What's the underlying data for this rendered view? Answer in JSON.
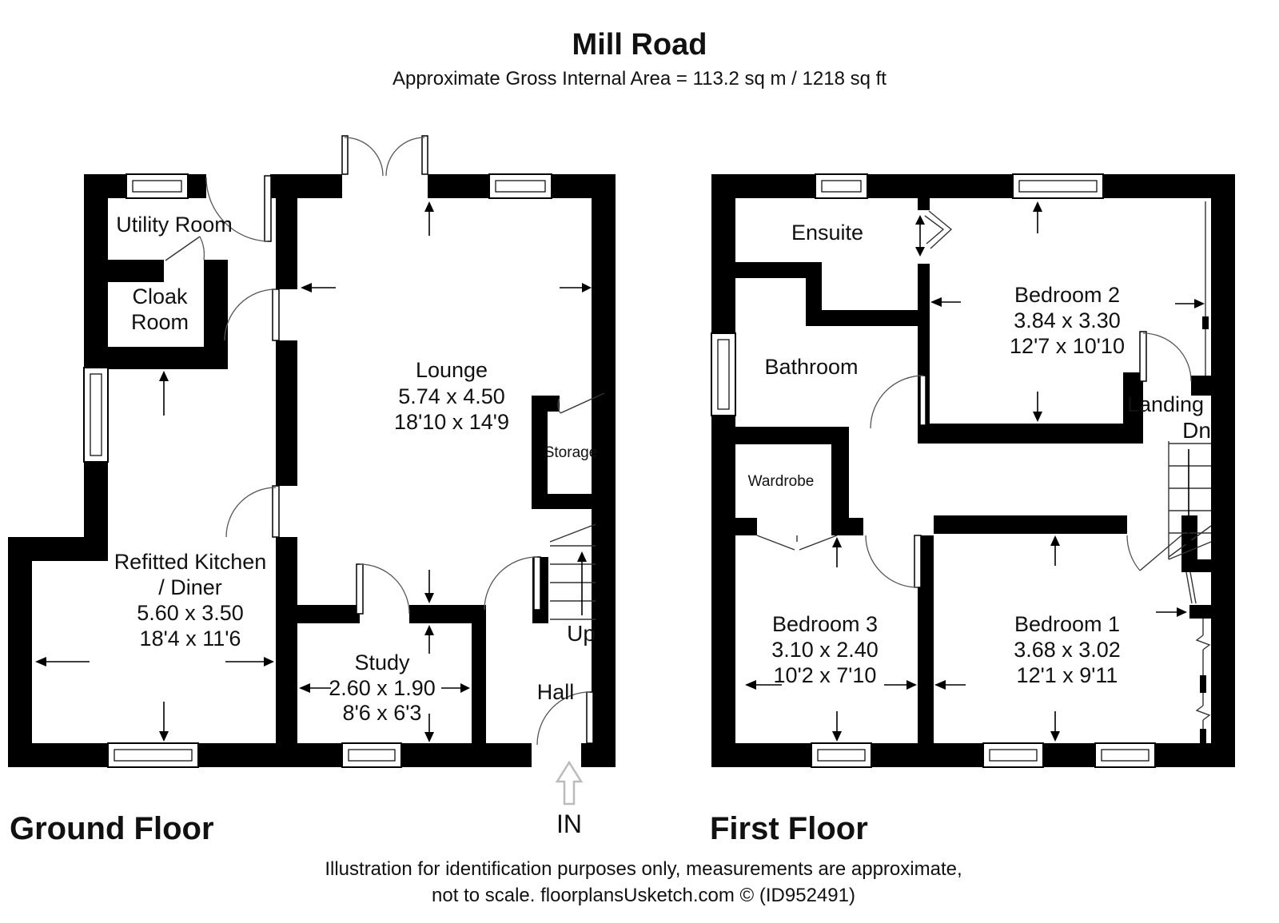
{
  "page": {
    "title": "Mill Road",
    "subtitle": "Approximate Gross Internal Area = 113.2 sq m / 1218 sq ft"
  },
  "colors": {
    "wall": "#000000",
    "text": "#111111",
    "thin_line": "#444444",
    "in_arrow_outline": "#bbbbbb"
  },
  "ground_floor": {
    "label": "Ground Floor",
    "stairs_label": "Up",
    "entrance_label": "IN",
    "rooms": {
      "utility": {
        "name": "Utility Room"
      },
      "cloak": {
        "name_line1": "Cloak",
        "name_line2": "Room"
      },
      "lounge": {
        "name": "Lounge",
        "size_metric": "5.74 x 4.50",
        "size_imperial": "18'10 x 14'9"
      },
      "storage": {
        "name": "Storage"
      },
      "kitchen": {
        "name_line1": "Refitted Kitchen",
        "name_line2": "/ Diner",
        "size_metric": "5.60 x 3.50",
        "size_imperial": "18'4 x 11'6"
      },
      "study": {
        "name": "Study",
        "size_metric": "2.60 x 1.90",
        "size_imperial": "8'6 x 6'3"
      },
      "hall": {
        "name": "Hall"
      }
    }
  },
  "first_floor": {
    "label": "First Floor",
    "stairs_label": "Dn",
    "rooms": {
      "ensuite": {
        "name": "Ensuite"
      },
      "bedroom2": {
        "name": "Bedroom 2",
        "size_metric": "3.84 x 3.30",
        "size_imperial": "12'7 x 10'10"
      },
      "bathroom": {
        "name": "Bathroom"
      },
      "landing": {
        "name": "Landing"
      },
      "wardrobe": {
        "name": "Wardrobe"
      },
      "bedroom3": {
        "name": "Bedroom 3",
        "size_metric": "3.10 x 2.40",
        "size_imperial": "10'2 x 7'10"
      },
      "bedroom1": {
        "name": "Bedroom 1",
        "size_metric": "3.68 x 3.02",
        "size_imperial": "12'1 x 9'11"
      }
    }
  },
  "footer": {
    "line1": "Illustration for identification purposes only, measurements are approximate,",
    "line2": "not to scale. floorplansUsketch.com © (ID952491)"
  }
}
